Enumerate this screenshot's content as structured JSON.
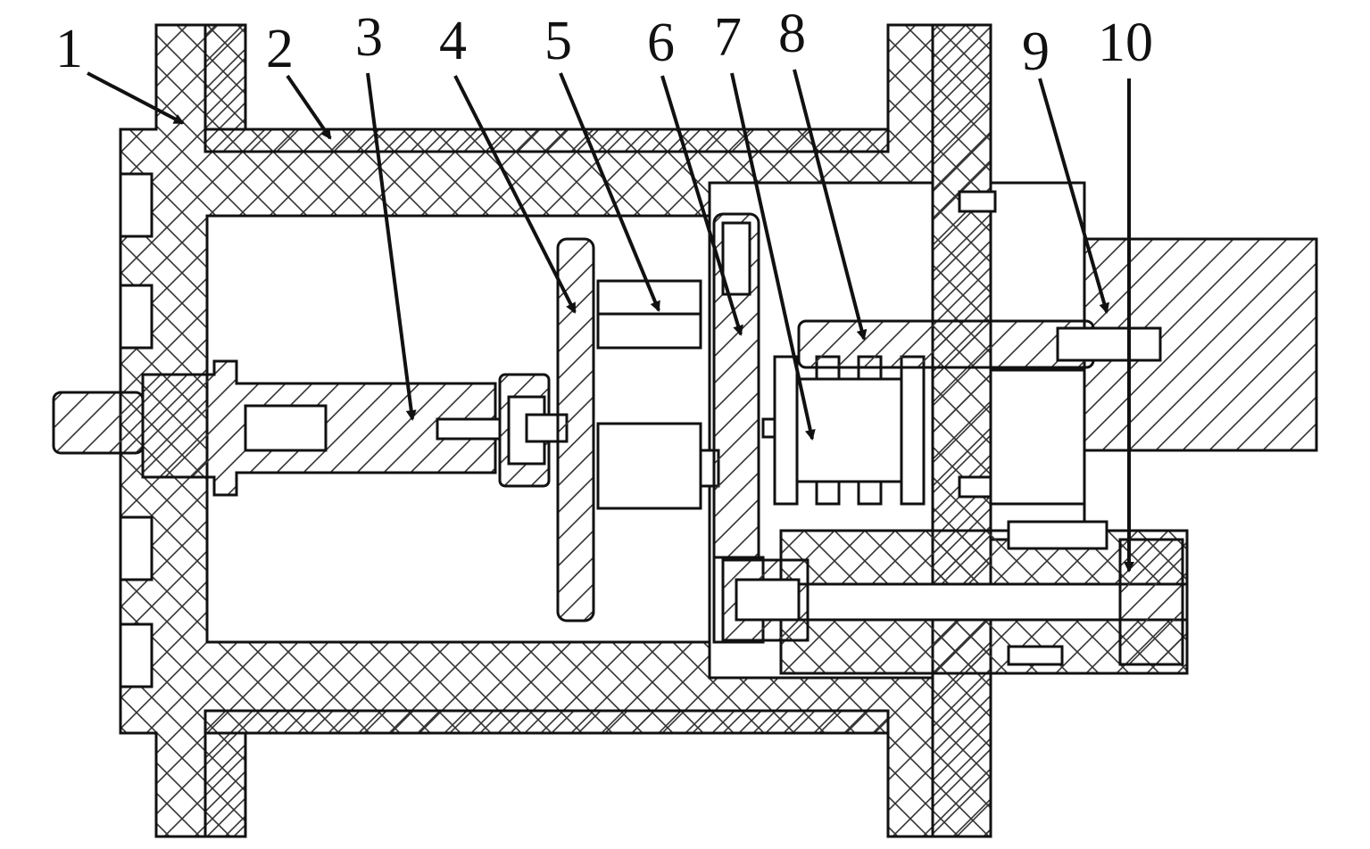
{
  "diagram": {
    "colors": {
      "stroke": "#111111",
      "fill": "#ffffff",
      "hatch": "#333333"
    },
    "callouts": [
      {
        "label": "1"
      },
      {
        "label": "2"
      },
      {
        "label": "3"
      },
      {
        "label": "4"
      },
      {
        "label": "5"
      },
      {
        "label": "6"
      },
      {
        "label": "7"
      },
      {
        "label": "8"
      },
      {
        "label": "9"
      },
      {
        "label": "10"
      }
    ]
  }
}
